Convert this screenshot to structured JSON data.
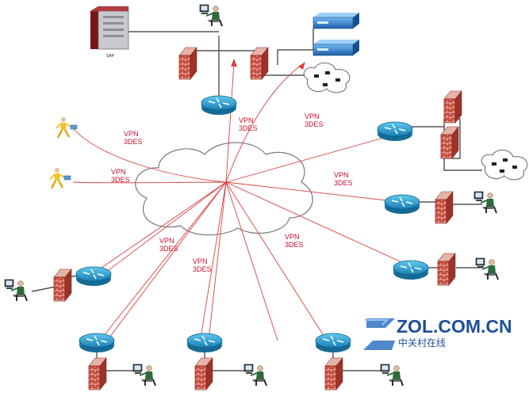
{
  "server_label": "SAP",
  "vpn_labels": [
    {
      "line1": "VPN",
      "line2": "3DES"
    },
    {
      "line1": "VPN",
      "line2": "3DES"
    },
    {
      "line1": "VPN",
      "line2": "3DES"
    },
    {
      "line1": "VPN",
      "line2": "3DES"
    },
    {
      "line1": "VPN",
      "line2": "3DES"
    },
    {
      "line1": "VPN",
      "line2": "3DES"
    },
    {
      "line1": "VPN",
      "line2": "3DES"
    },
    {
      "line1": "VPN",
      "line2": "3DES"
    }
  ],
  "watermark": {
    "brand": "ZOL.COM.CN",
    "subtitle": "中关村在线"
  },
  "colors": {
    "tunnel": "#d9413f",
    "link": "#333333",
    "router": "#2aa7d6",
    "firewall": "#c64a3b",
    "server": "#2d7fd0",
    "cloud": "#ffffff"
  }
}
